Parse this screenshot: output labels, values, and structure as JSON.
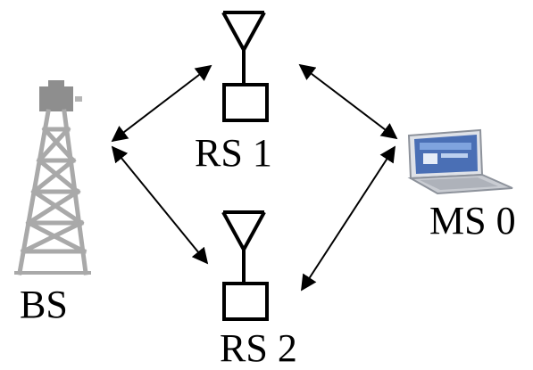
{
  "nodes": {
    "bs": {
      "label": "BS"
    },
    "rs1": {
      "label": "RS 1"
    },
    "rs2": {
      "label": "RS 2"
    },
    "ms0": {
      "label": "MS 0"
    }
  },
  "links": [
    {
      "from": "bs",
      "to": "rs1",
      "direction": "bidirectional"
    },
    {
      "from": "bs",
      "to": "rs2",
      "direction": "bidirectional"
    },
    {
      "from": "rs1",
      "to": "ms0",
      "direction": "bidirectional"
    },
    {
      "from": "rs2",
      "to": "ms0",
      "direction": "bidirectional"
    }
  ],
  "icons": {
    "bs": "cell-tower-icon",
    "rs1": "relay-antenna-icon",
    "rs2": "relay-antenna-icon",
    "ms0": "laptop-icon"
  },
  "colors": {
    "tower": "#a9a9a9",
    "tower_top": "#8e8e8e",
    "line": "#000000",
    "laptop_body": "#c9ccd2",
    "laptop_screen": "#4a6fb5"
  }
}
